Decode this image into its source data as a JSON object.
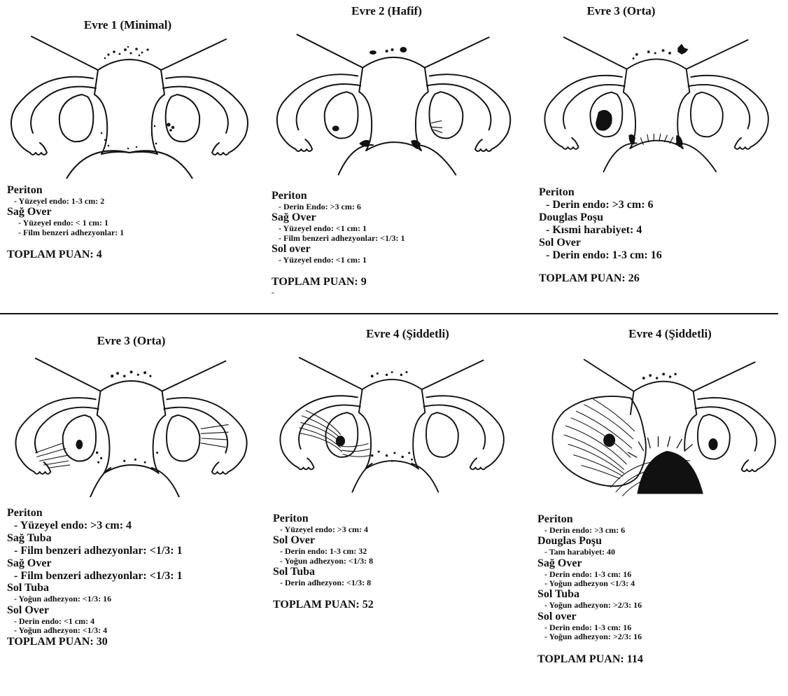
{
  "panels": [
    {
      "title": "Evre 1 (Minimal)",
      "sections": [
        {
          "heading": "Periton",
          "items": [
            "- Yüzeyel endo: 1-3 cm: 2"
          ]
        },
        {
          "heading": "Sağ Over",
          "items": [
            "- Yüzeyel endo: < 1 cm: 1",
            "- Film benzeri adhezyonlar: 1"
          ]
        }
      ],
      "total": "TOPLAM PUAN: 4"
    },
    {
      "title": "Evre 2 (Hafif)",
      "sections": [
        {
          "heading": "Periton",
          "items": [
            "- Derin Endo:  >3 cm: 6"
          ]
        },
        {
          "heading": "Sağ Over",
          "items": [
            "- Yüzeyel endo: <1 cm: 1",
            "- Film benzeri adhezyonlar: <1/3: 1"
          ]
        },
        {
          "heading": "Sol over",
          "items": [
            "- Yüzeyel endo: <1 cm: 1"
          ]
        }
      ],
      "total": "TOPLAM PUAN: 9",
      "trailing_mark": "-"
    },
    {
      "title": "Evre 3 (Orta)",
      "sections": [
        {
          "heading": "Periton",
          "items": [
            "- Derin endo: >3 cm: 6"
          ]
        },
        {
          "heading": "Douglas Poşu",
          "items": [
            "- Kısmi harabiyet: 4"
          ]
        },
        {
          "heading": "Sol Over",
          "items": [
            "- Derin endo: 1-3 cm: 16"
          ]
        }
      ],
      "total": "TOPLAM PUAN: 26"
    },
    {
      "title": "Evre 3 (Orta)",
      "sections": [
        {
          "heading": "Periton",
          "items": [
            "- Yüzeyel endo: >3 cm: 4"
          ]
        },
        {
          "heading": "Sağ Tuba",
          "items": [
            "- Film benzeri adhezyonlar: <1/3: 1"
          ]
        },
        {
          "heading": "Sağ Over",
          "items": [
            "- Film benzeri adhezyonlar: <1/3: 1"
          ]
        },
        {
          "heading": "Sol Tuba",
          "items": [
            "- Yoğun adhezyon: <1/3: 16"
          ]
        },
        {
          "heading": "Sol Over",
          "items": [
            "- Derin endo: <1 cm: 4",
            "- Yoğun adhezyon: <1/3: 4"
          ]
        }
      ],
      "total": "TOPLAM PUAN: 30"
    },
    {
      "title": "Evre 4 (Şiddetli)",
      "sections": [
        {
          "heading": "Periton",
          "items": [
            "- Yüzeyel endo: >3 cm: 4"
          ]
        },
        {
          "heading": "Sol Over",
          "items": [
            "- Derin endo: 1-3 cm: 32",
            "- Yoğun adhezyon: <1/3: 8"
          ]
        },
        {
          "heading": "Sol Tuba",
          "items": [
            "- Derin adhezyon: <1/3: 8"
          ]
        }
      ],
      "total": "TOPLAM PUAN: 52"
    },
    {
      "title": "Evre 4 (Şiddetli)",
      "sections": [
        {
          "heading": "Periton",
          "items": [
            "- Derin endo: >3 cm: 6"
          ]
        },
        {
          "heading": "Douglas Poşu",
          "items": [
            "- Tam harabiyet: 40"
          ]
        },
        {
          "heading": "Sağ Over",
          "items": [
            "- Derin endo: 1-3 cm: 16",
            "- Yoğun adhezyon <1/3: 4"
          ]
        },
        {
          "heading": "Sol Tuba",
          "items": [
            "- Yoğun adhezyon: >2/3: 16"
          ]
        },
        {
          "heading": "Sol over",
          "items": [
            "- Derin endo: 1-3 cm: 16",
            "- Yoğun adhezyon: >2/3: 16"
          ]
        }
      ],
      "total": "TOPLAM PUAN: 114"
    }
  ]
}
